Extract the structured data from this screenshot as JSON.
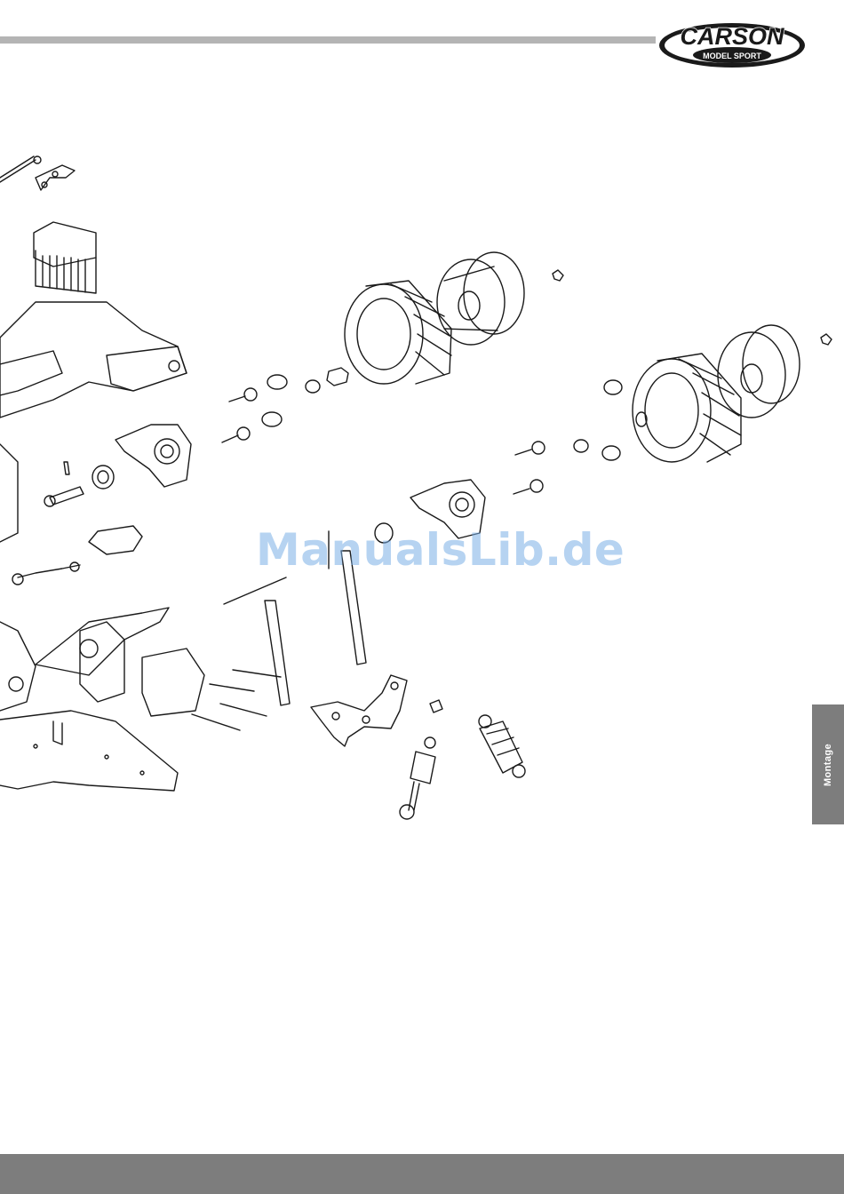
{
  "header": {
    "brand": "CARSON",
    "brand_sub": "MODEL SPORT"
  },
  "watermark": {
    "text": "ManualsLib.de"
  },
  "side_tab": {
    "label": "Montage"
  },
  "colors": {
    "rule_gray": "#b4b4b4",
    "tab_gray": "#7d7d7d",
    "logo_black": "#1a1a1a",
    "watermark_blue": "#7bb0e6"
  }
}
